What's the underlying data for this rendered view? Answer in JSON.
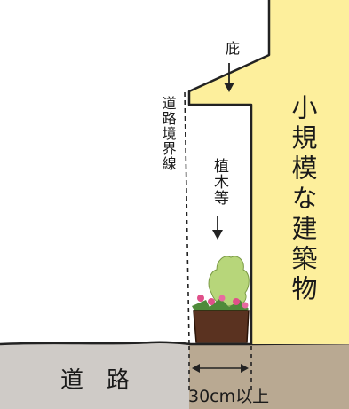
{
  "labels": {
    "eave": "庇",
    "boundary_line": "道路境界線",
    "planting": "植木等",
    "building": "小規模な建築物",
    "road": "道　路",
    "setback": "30cm以上"
  },
  "colors": {
    "building": "#fdef9c",
    "building_outline": "#222222",
    "road": "#cfcbc7",
    "ground": "#b9a992",
    "pot": "#5a3220",
    "foliage": "#b7d67a",
    "flowers": "#e0508a"
  }
}
